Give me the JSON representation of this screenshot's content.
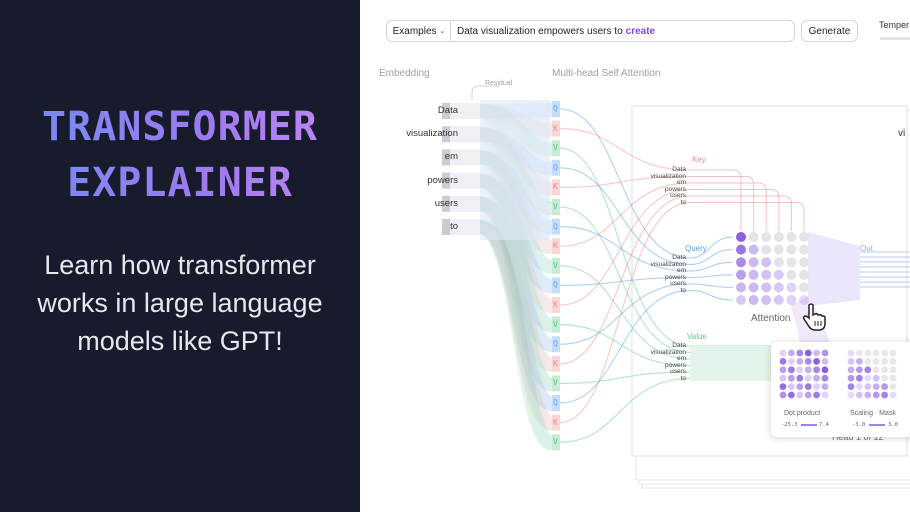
{
  "intro": {
    "title_line1": "TRANSFORMER",
    "title_line2": "EXPLAINER",
    "tagline": "Learn how transformer works in large language models like GPT!"
  },
  "toolbar": {
    "examples_label": "Examples",
    "prompt_text": "Data visualization empowers users to",
    "prompt_highlight": "create",
    "generate_label": "Generate",
    "temperature_label": "Temper"
  },
  "sections": {
    "embedding": "Embedding",
    "residual": "Residual",
    "attention": "Multi-head Self Attention"
  },
  "tokens": [
    "Data",
    "visualization",
    "em",
    "powers",
    "users",
    "to"
  ],
  "qkv_letters": {
    "q": "Q",
    "k": "K",
    "v": "V"
  },
  "attention_labels": {
    "key": "Key",
    "query": "Query",
    "value": "Value",
    "out": "Out",
    "attention": "Attention",
    "head": "Head 1 of 12",
    "cut_text": "vi"
  },
  "matrix_card": {
    "dot_product_label": "Dot product",
    "dot_min": "-25.3",
    "dot_max": "7.4",
    "scaling_label": "Scaling · Mask",
    "scale_min": "-3.0",
    "scale_max": "3.0"
  },
  "colors": {
    "background_dark": "#181b2b",
    "accent_purple": "#7c4ddc",
    "query_blue": "#5b9ef0",
    "key_red": "#f08c8c",
    "value_green": "#5fc98a"
  }
}
